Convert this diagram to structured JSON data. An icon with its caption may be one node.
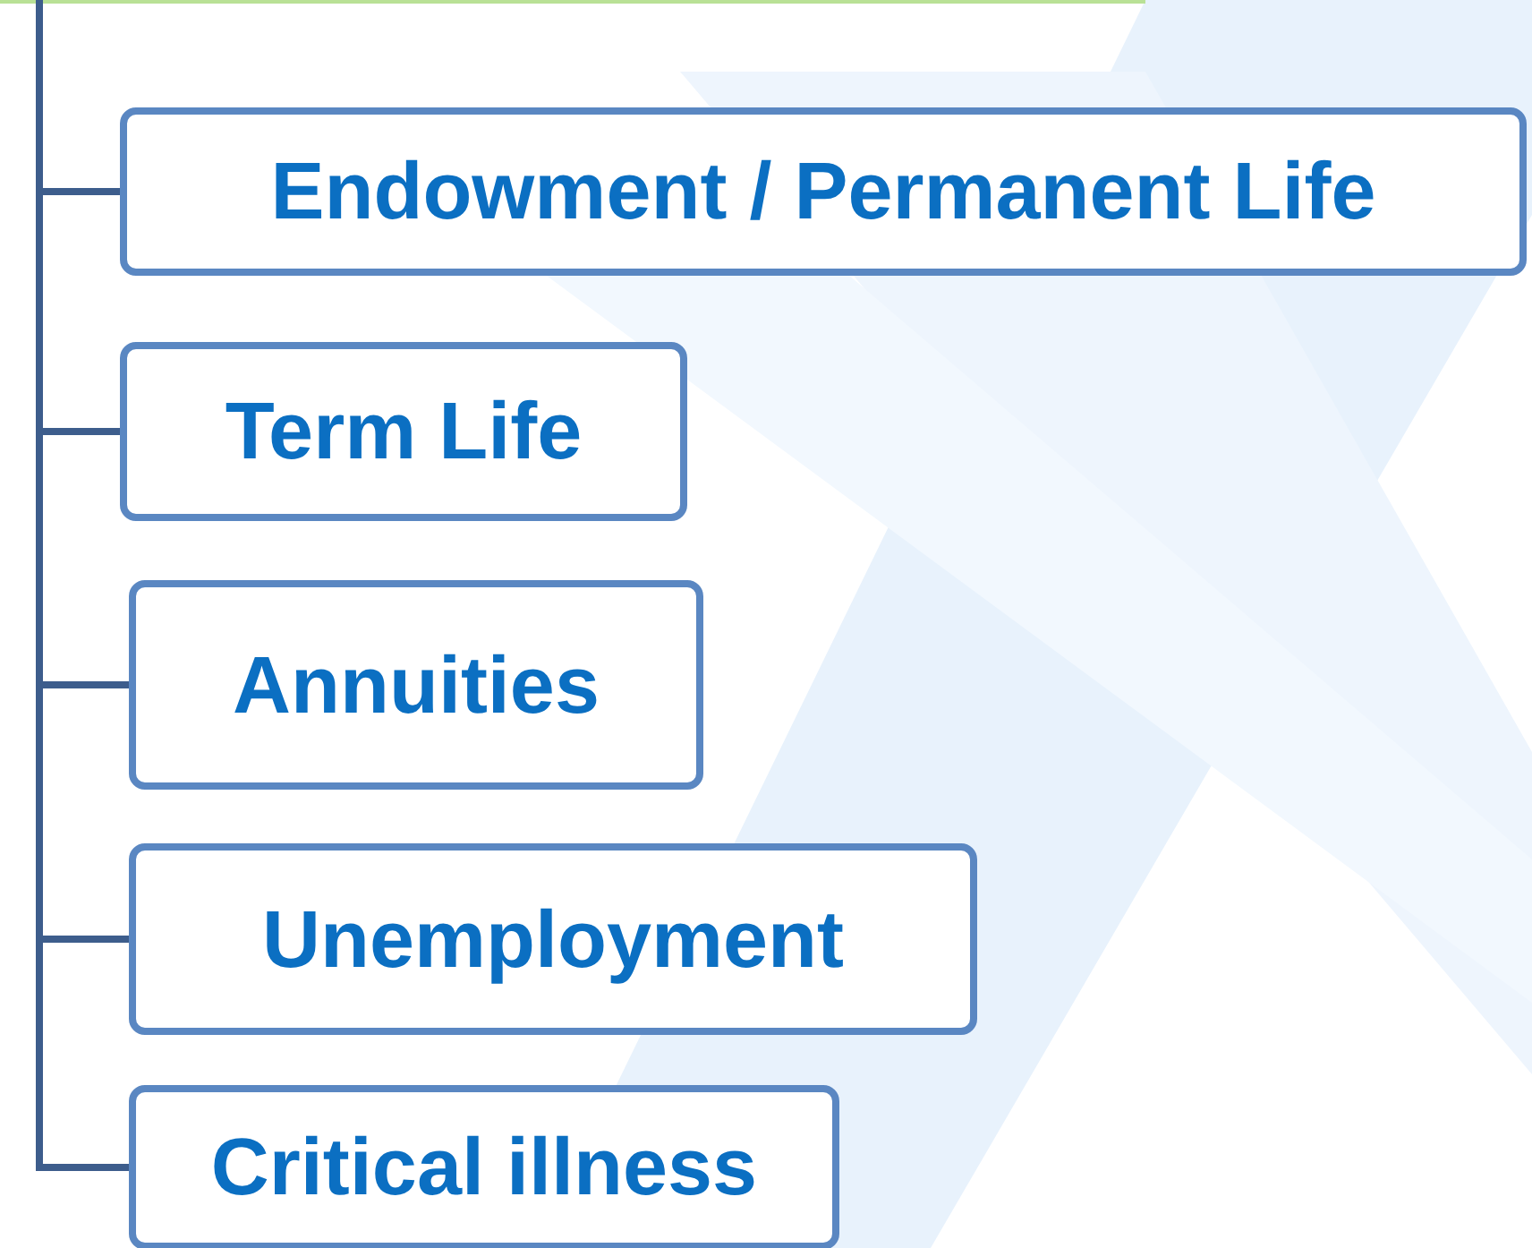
{
  "diagram": {
    "nodes": [
      {
        "text": [
          "Endowment / Permanent Life"
        ]
      },
      {
        "text": [
          "Term Life"
        ]
      },
      {
        "text": [
          "Annuities"
        ]
      },
      {
        "text": [
          "Unemployment"
        ]
      },
      {
        "text": [
          "Critical illness"
        ]
      }
    ],
    "edges": [
      {
        "from": null,
        "to": 0,
        "arrow": "none"
      },
      {
        "from": null,
        "to": 1,
        "arrow": "none"
      },
      {
        "from": null,
        "to": 2,
        "arrow": "none"
      },
      {
        "from": null,
        "to": 3,
        "arrow": "none"
      },
      {
        "from": null,
        "to": 4,
        "arrow": "none"
      }
    ]
  }
}
